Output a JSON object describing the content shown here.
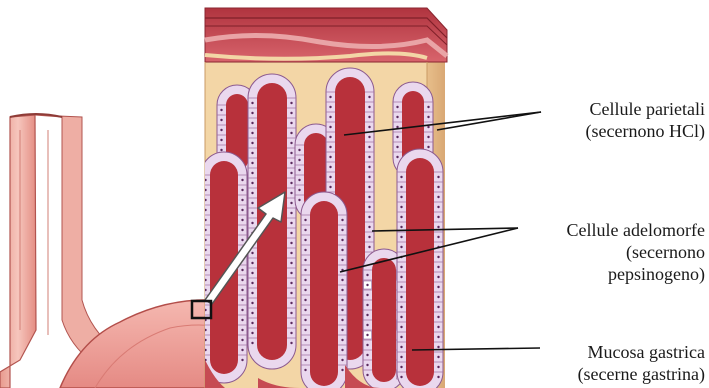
{
  "labels": {
    "parietal": {
      "line1": "Cellule parietali",
      "line2": "(secernono HCl)"
    },
    "chief": {
      "line1": "Cellule adelomorfe",
      "line2": "(secernono",
      "line3": "pepsinogeno)"
    },
    "mucosa": {
      "line1": "Mucosa gastrica",
      "line2": "(secerne gastrina)"
    }
  },
  "colors": {
    "lumen": "#b8313b",
    "chief_cell": "#ead8ee",
    "parietal_cell": "#ffffff",
    "lamina_propria": "#f3d6a6",
    "muscle_layer": "#c64b53",
    "stomach_wall": "#f0a7a0"
  }
}
